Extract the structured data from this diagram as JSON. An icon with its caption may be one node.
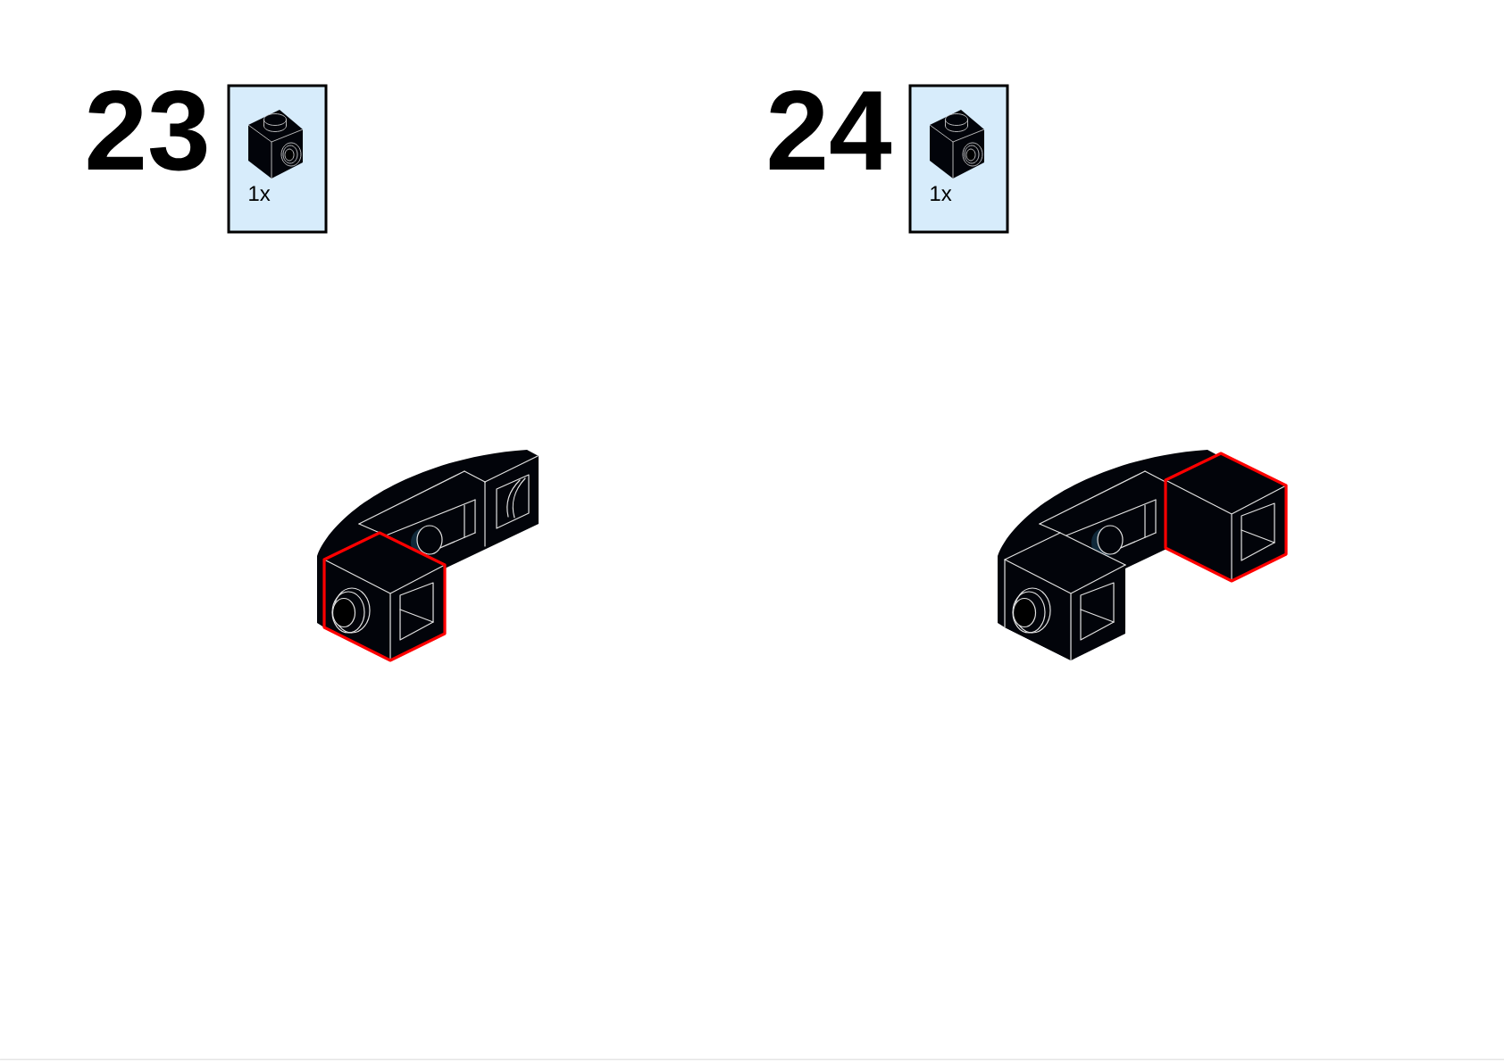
{
  "diagram": {
    "nodes": [
      {
        "text": [
          "1x"
        ]
      },
      {
        "text": [
          "1x"
        ]
      }
    ],
    "labels": [
      "23",
      "24"
    ]
  }
}
